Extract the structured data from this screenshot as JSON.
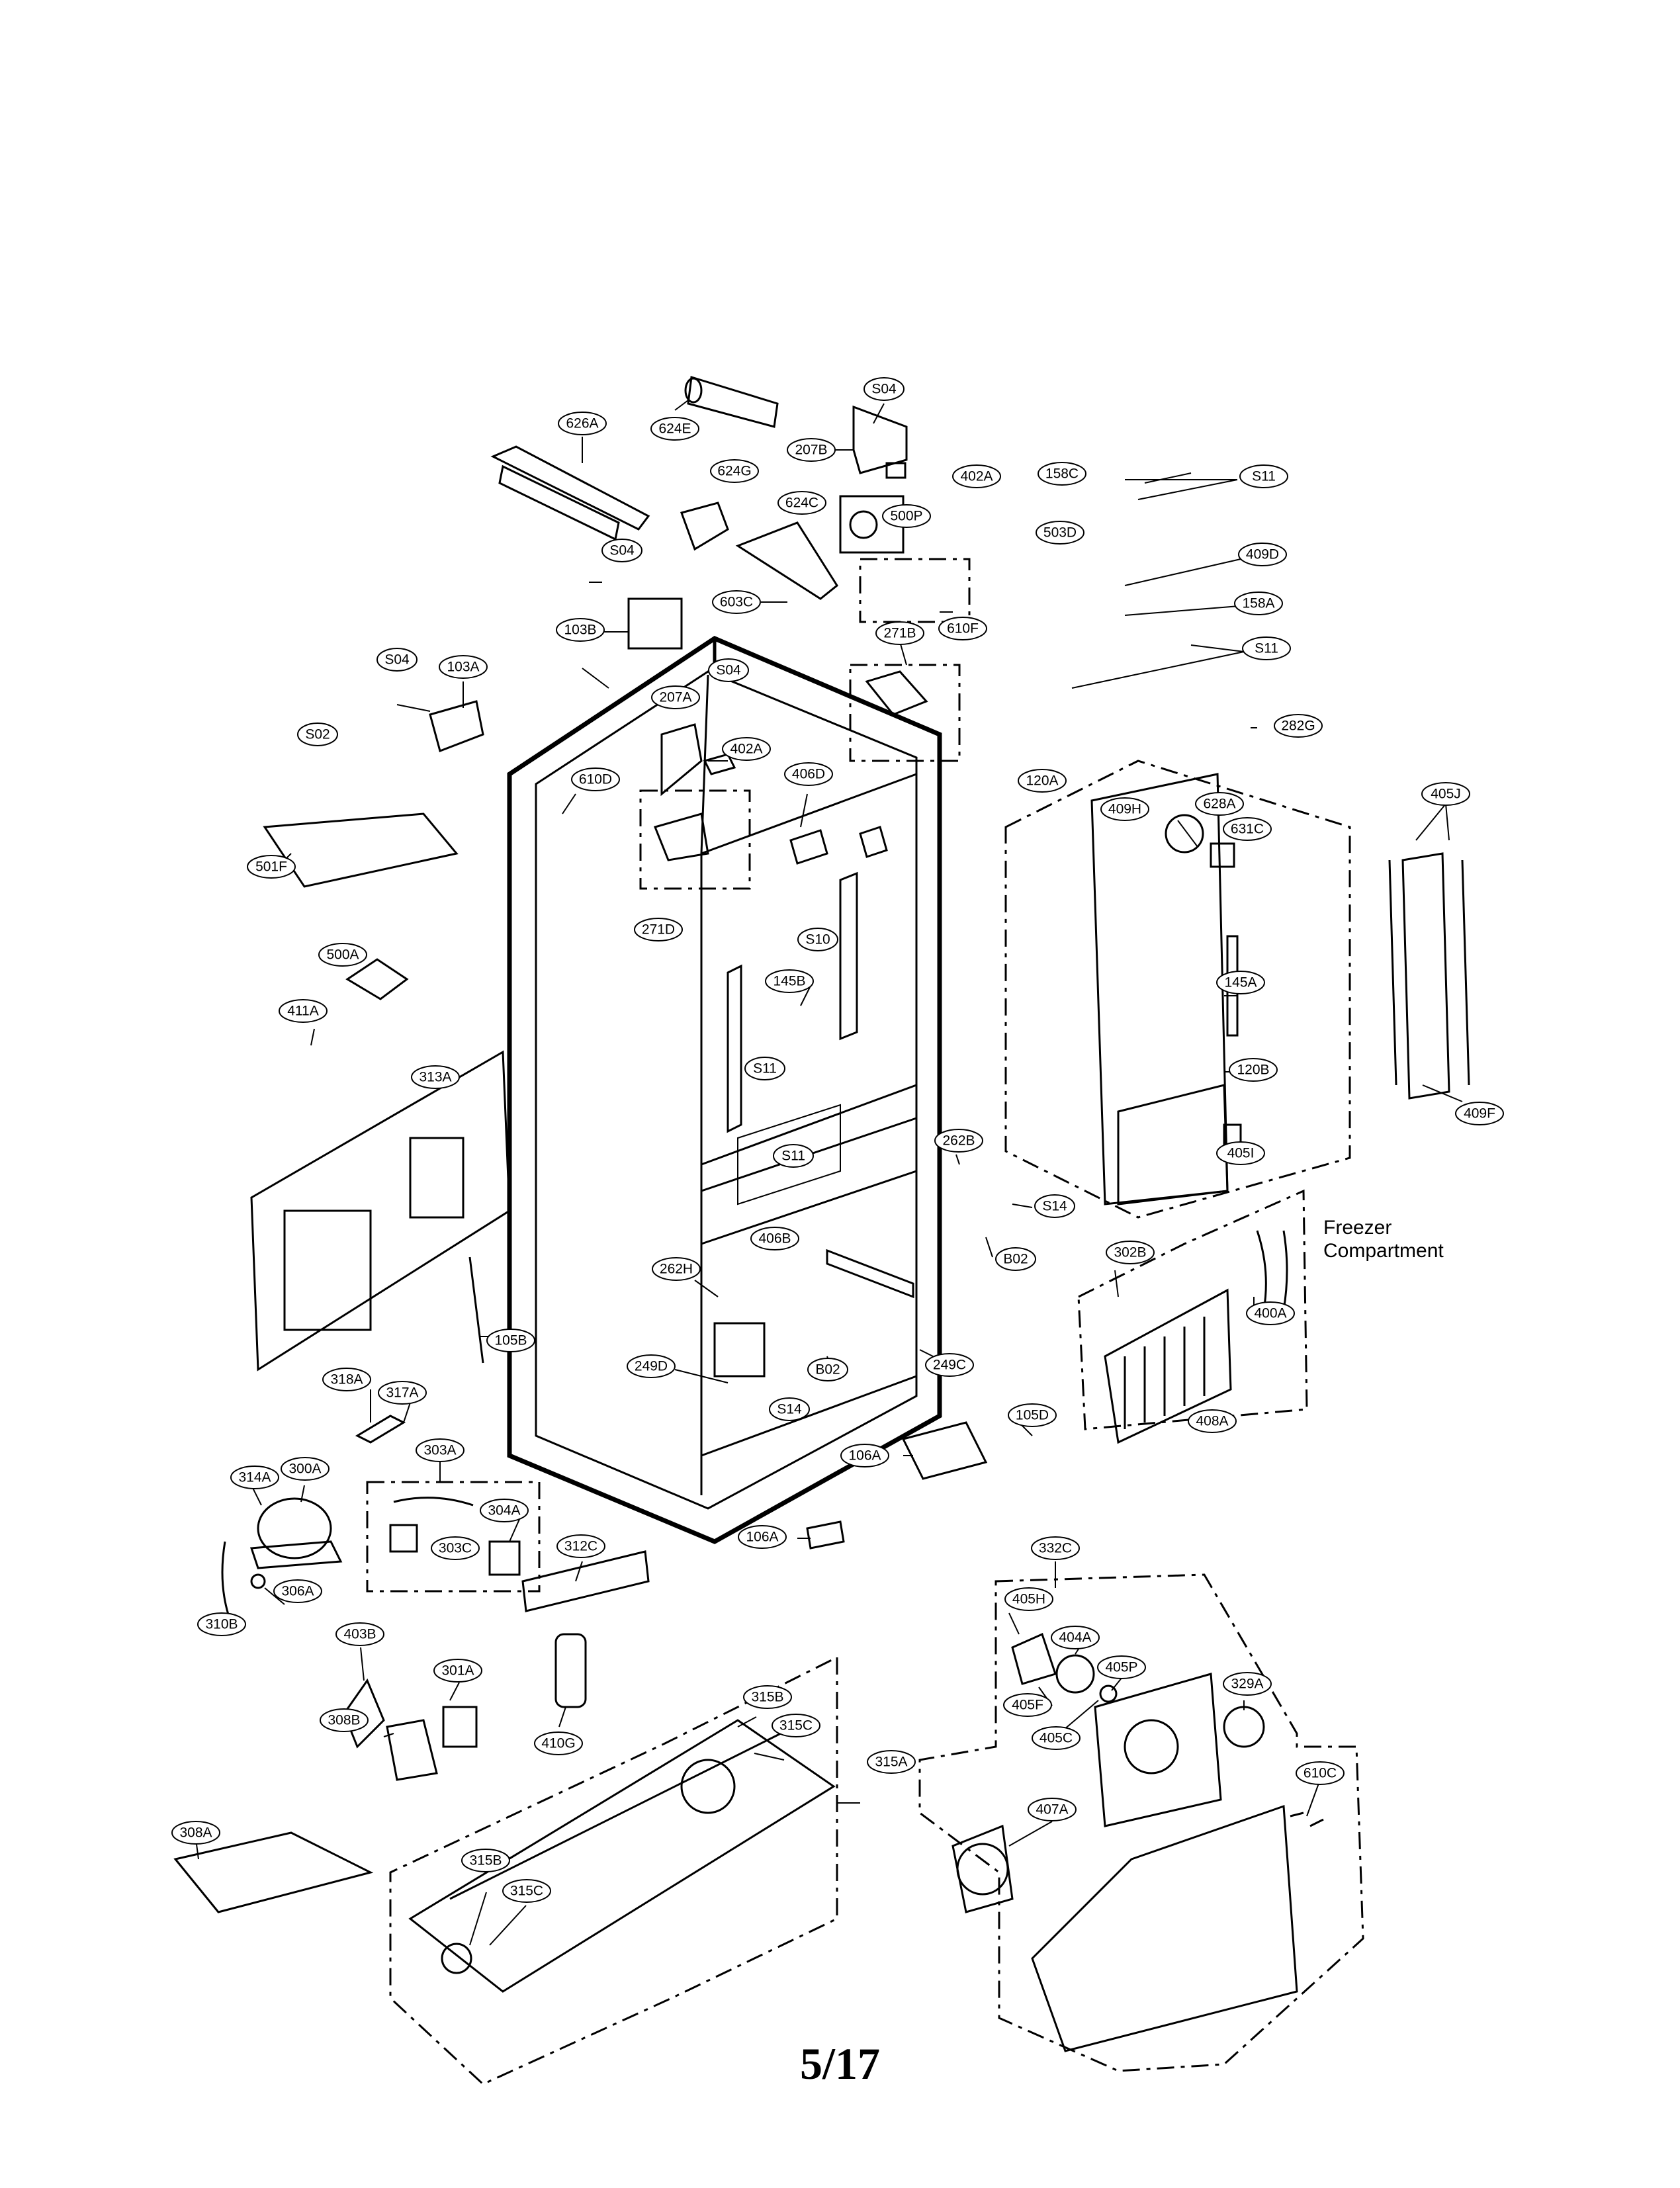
{
  "page": {
    "number": "5/17"
  },
  "note": {
    "line1": "Freezer",
    "line2": "Compartment"
  },
  "callouts": [
    "626A",
    "624E",
    "S04",
    "207B",
    "402A",
    "624G",
    "624C",
    "500P",
    "158C",
    "S11",
    "503D",
    "409D",
    "158A",
    "S11",
    "S04",
    "603C",
    "610F",
    "103B",
    "271B",
    "S04",
    "103A",
    "S04",
    "207A",
    "402A",
    "S02",
    "610D",
    "406D",
    "120A",
    "282G",
    "405J",
    "409H",
    "628A",
    "631C",
    "501F",
    "271D",
    "S10",
    "500A",
    "145B",
    "145A",
    "411A",
    "313A",
    "S11",
    "120B",
    "S11",
    "409F",
    "405I",
    "262B",
    "S14",
    "406B",
    "B02",
    "302B",
    "400A",
    "262H",
    "105B",
    "249D",
    "B02",
    "249C",
    "S14",
    "318A",
    "317A",
    "105D",
    "408A",
    "303A",
    "106A",
    "314A",
    "300A",
    "304A",
    "303C",
    "106A",
    "312C",
    "306A",
    "310B",
    "332C",
    "403B",
    "405H",
    "404A",
    "405P",
    "329A",
    "301A",
    "315B",
    "308B",
    "405F",
    "315C",
    "405C",
    "315A",
    "410G",
    "610C",
    "407A",
    "308A",
    "315B",
    "315C"
  ],
  "colors": {
    "line": "#000000",
    "background": "#ffffff"
  }
}
